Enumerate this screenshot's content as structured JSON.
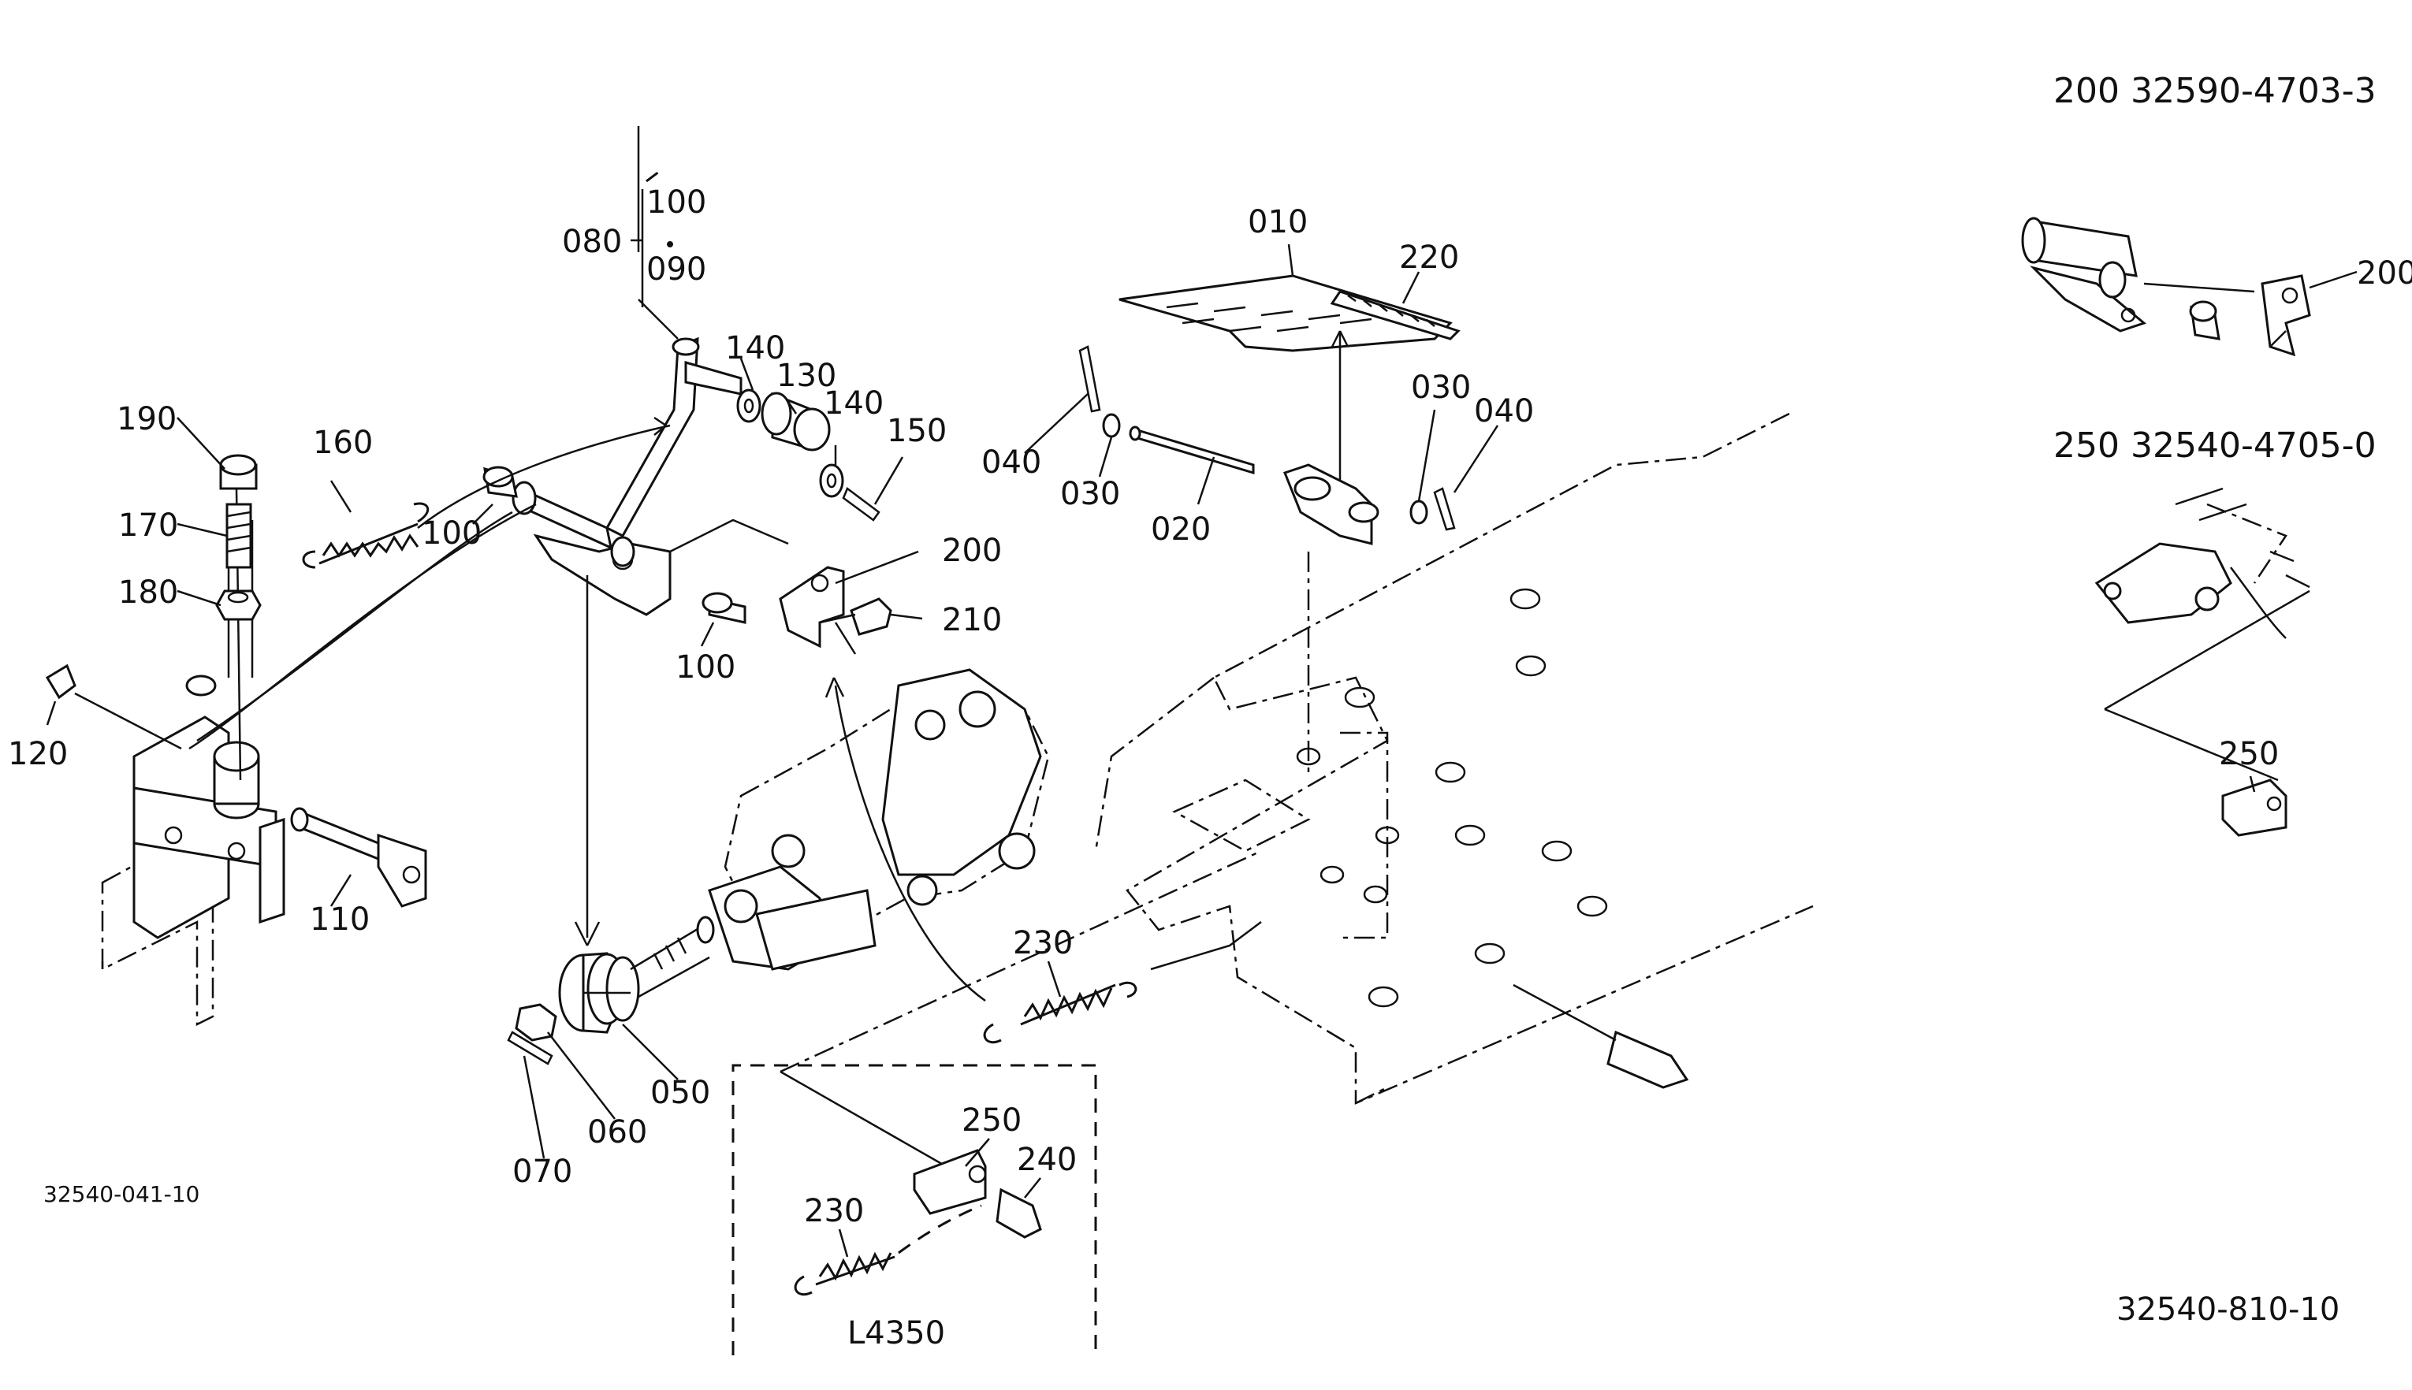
{
  "labels": {
    "p010": "010",
    "p020": "020",
    "p030a": "030",
    "p030b": "030",
    "p040a": "040",
    "p040b": "040",
    "p050": "050",
    "p060": "060",
    "p070": "070",
    "p080": "080",
    "p090": "090",
    "p100a": "100",
    "p100b": "100",
    "p100c": "100",
    "p110": "110",
    "p120": "120",
    "p130": "130",
    "p140a": "140",
    "p140b": "140",
    "p150": "150",
    "p160": "160",
    "p170": "170",
    "p180": "180",
    "p190": "190",
    "p200a": "200",
    "p200b": "200",
    "p210": "210",
    "p220": "220",
    "p230a": "230",
    "p230b": "230",
    "p240": "240",
    "p250a": "250",
    "p250b": "250"
  },
  "detail_200_header": "200  32590-4703-3",
  "detail_250_header": "250  32540-4705-0",
  "inset_model": "L4350",
  "figure_ref_left": "32540-041-10",
  "figure_ref_right": "32540-810-10"
}
